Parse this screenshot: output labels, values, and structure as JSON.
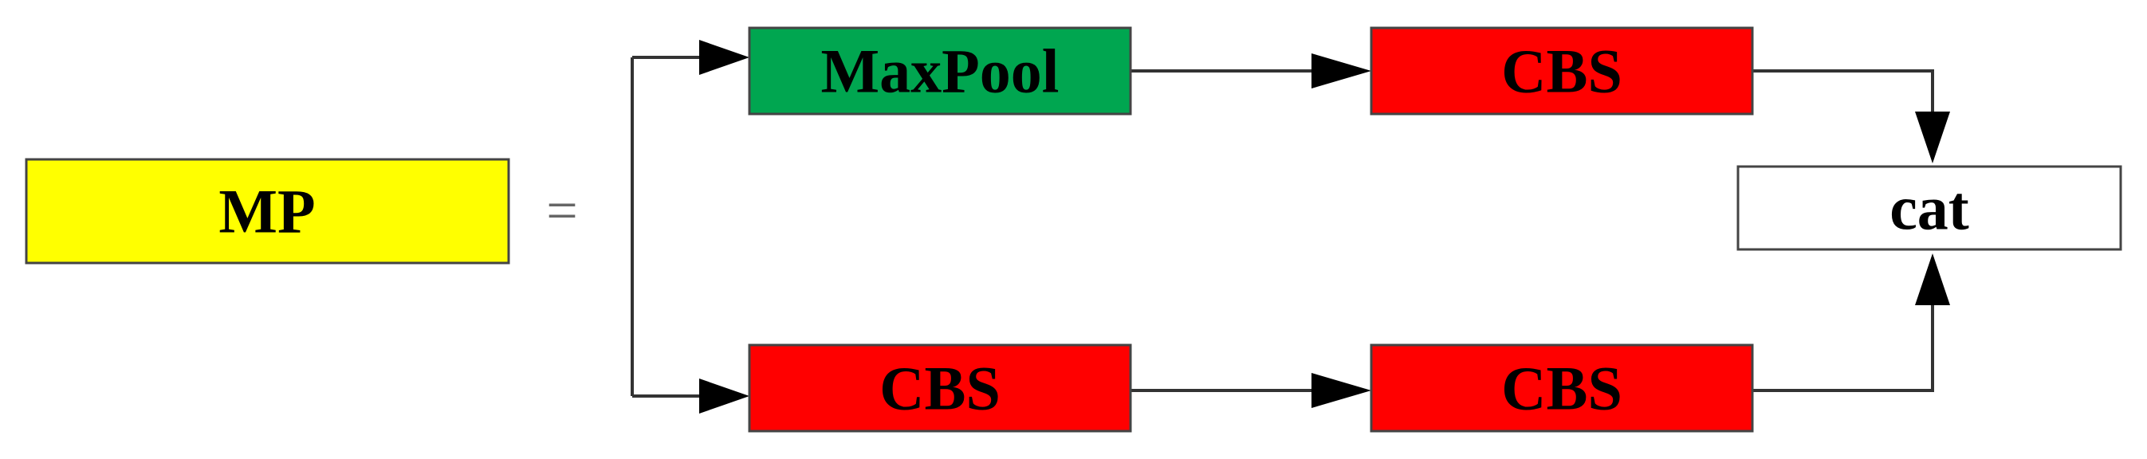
{
  "nodes": {
    "mp": {
      "label": "MP",
      "color": "#ffff00"
    },
    "maxpool": {
      "label": "MaxPool",
      "color": "#00a650"
    },
    "cbs_top": {
      "label": "CBS",
      "color": "#ff0000"
    },
    "cbs_bottom_left": {
      "label": "CBS",
      "color": "#ff0000"
    },
    "cbs_bottom_right": {
      "label": "CBS",
      "color": "#ff0000"
    },
    "cat": {
      "label": "cat",
      "color": "#ffffff"
    }
  },
  "equals_sign": "=",
  "edges": [
    {
      "from": "split",
      "to": "maxpool"
    },
    {
      "from": "split",
      "to": "cbs_bottom_left"
    },
    {
      "from": "maxpool",
      "to": "cbs_top"
    },
    {
      "from": "cbs_top",
      "to": "cat"
    },
    {
      "from": "cbs_bottom_left",
      "to": "cbs_bottom_right"
    },
    {
      "from": "cbs_bottom_right",
      "to": "cat"
    }
  ]
}
